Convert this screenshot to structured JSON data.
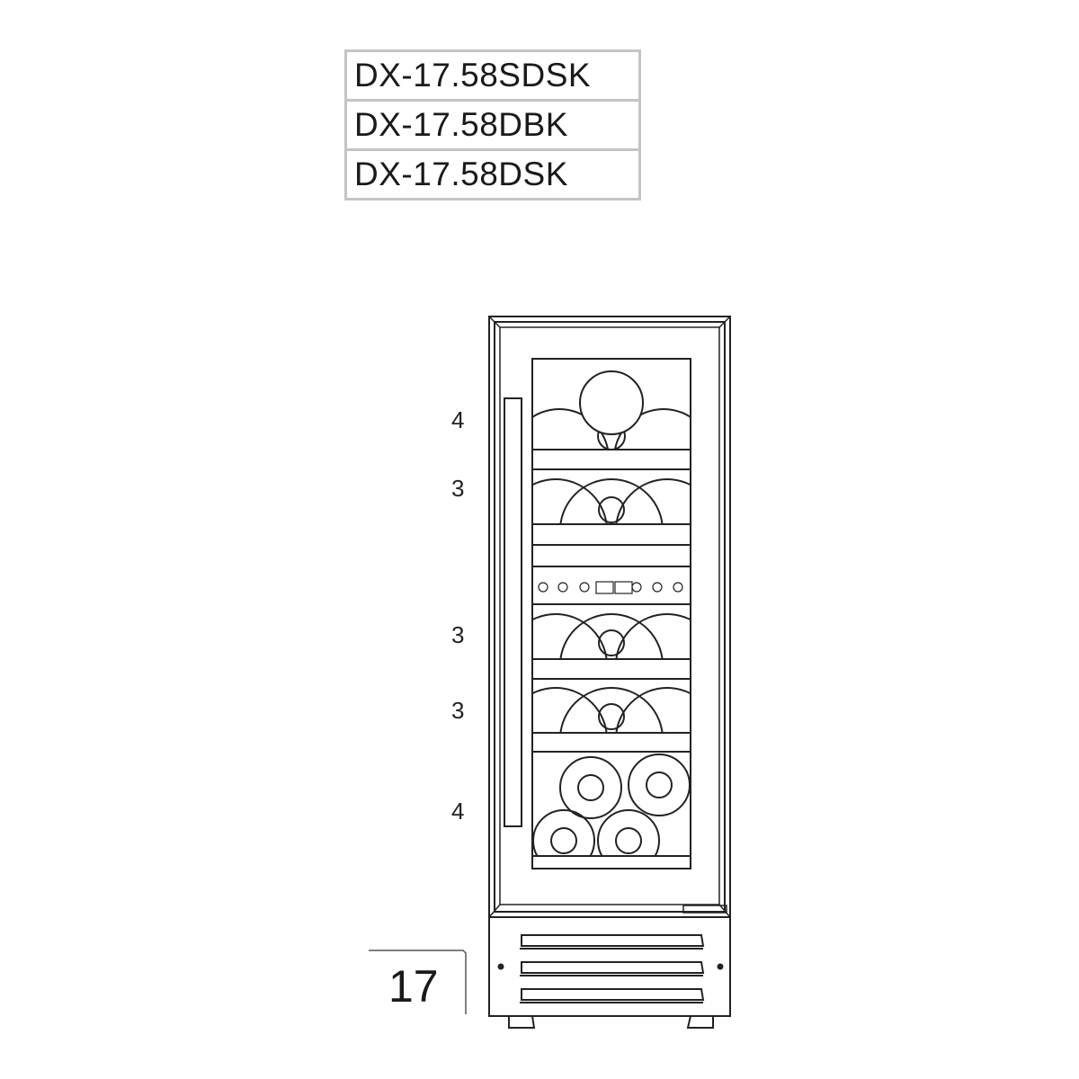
{
  "models": [
    "DX-17.58SDSK",
    "DX-17.58DBK",
    "DX-17.58DSK"
  ],
  "shelves": [
    {
      "label": "4"
    },
    {
      "label": "3"
    },
    {
      "label": "3"
    },
    {
      "label": "3"
    },
    {
      "label": "4"
    }
  ],
  "capacity": "17",
  "colors": {
    "line": "#222222",
    "table_border": "#c4c4c4"
  }
}
